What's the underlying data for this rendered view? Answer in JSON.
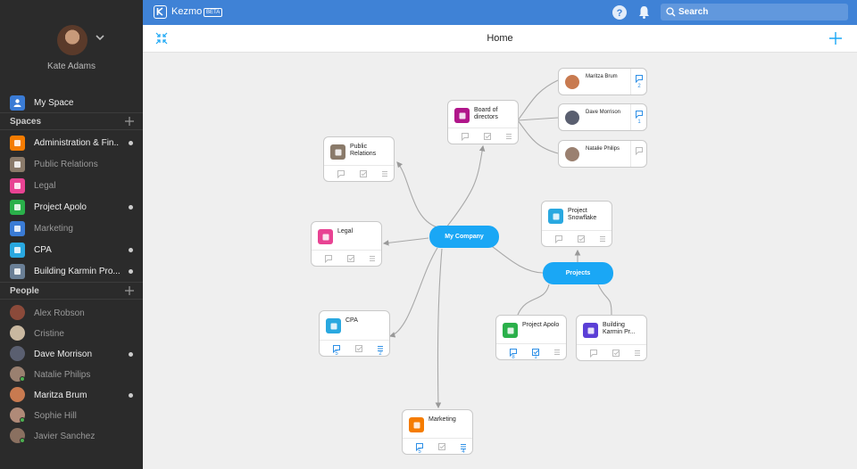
{
  "user": {
    "name": "Kate Adams"
  },
  "sidebar": {
    "my_space": "My Space",
    "spaces_header": "Spaces",
    "spaces": [
      {
        "label": "Administration & Fin..",
        "color": "#f57c00",
        "unread": true
      },
      {
        "label": "Public Relations",
        "color": "#8a7a6a",
        "unread": false
      },
      {
        "label": "Legal",
        "color": "#e84393",
        "unread": false
      },
      {
        "label": "Project Apolo",
        "color": "#2ab04a",
        "unread": true
      },
      {
        "label": "Marketing",
        "color": "#3a7bd5",
        "unread": false
      },
      {
        "label": "CPA",
        "color": "#29a8e0",
        "unread": true
      },
      {
        "label": "Building Karmin Pro...",
        "color": "#6a7f96",
        "unread": true
      }
    ],
    "people_header": "People",
    "people": [
      {
        "name": "Alex Robson",
        "color": "#8b4a3a",
        "online": false,
        "unread": false
      },
      {
        "name": "Cristine",
        "color": "#c9b8a0",
        "online": false,
        "unread": false
      },
      {
        "name": "Dave Morrison",
        "color": "#5a5f70",
        "online": false,
        "unread": true
      },
      {
        "name": "Natalie Philips",
        "color": "#9a8070",
        "online": true,
        "unread": false
      },
      {
        "name": "Maritza Brum",
        "color": "#c87a50",
        "online": false,
        "unread": true
      },
      {
        "name": "Sophie Hill",
        "color": "#b08a78",
        "online": true,
        "unread": false
      },
      {
        "name": "Javier Sanchez",
        "color": "#8a7060",
        "online": true,
        "unread": false
      }
    ]
  },
  "topbar": {
    "logo": "Kezmo",
    "beta": "BETA",
    "search_placeholder": "Search"
  },
  "header": {
    "title": "Home"
  },
  "map": {
    "hub_main": "My Company",
    "hub_projects": "Projects",
    "cards": {
      "board": {
        "title": "Board of directors",
        "color": "#b0168a",
        "counts": [
          "",
          "",
          ""
        ]
      },
      "pr": {
        "title": "Public Relations",
        "color": "#8a7a6a",
        "counts": [
          "",
          "",
          ""
        ]
      },
      "legal": {
        "title": "Legal",
        "color": "#e84393",
        "counts": [
          "",
          "",
          ""
        ]
      },
      "cpa": {
        "title": "CPA",
        "color": "#29a8e0",
        "counts": [
          "5",
          "",
          "2"
        ]
      },
      "marketing": {
        "title": "Marketing",
        "color": "#f57c00",
        "counts": [
          "5",
          "",
          "4"
        ]
      },
      "snowflake": {
        "title": "Project Snowflake",
        "color": "#29a8e0",
        "counts": [
          "",
          "",
          ""
        ]
      },
      "apolo": {
        "title": "Project Apolo",
        "color": "#2ab04a",
        "counts": [
          "8",
          "1",
          ""
        ]
      },
      "karmin": {
        "title": "Building Karmin Pr...",
        "color": "#5b3fd6",
        "counts": [
          "",
          "",
          ""
        ]
      }
    },
    "people_cards": [
      {
        "name": "Maritza Brum",
        "count": "2",
        "color": "#c87a50"
      },
      {
        "name": "Dave Morrison",
        "count": "1",
        "color": "#5a5f70"
      },
      {
        "name": "Natalie Philips",
        "count": "",
        "color": "#9a8070"
      }
    ]
  }
}
